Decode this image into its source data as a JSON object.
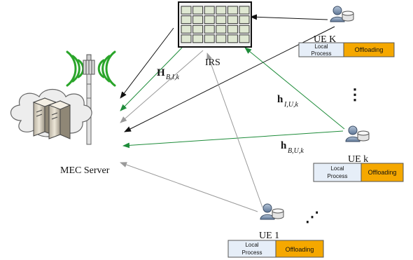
{
  "labels": {
    "irs": "IRS",
    "mec_server": "MEC Server",
    "ue_k_cap": "UE K",
    "ue_k_low": "UE k",
    "ue_1": "UE 1"
  },
  "channel_labels": {
    "H_BIk": {
      "main": "H",
      "sub": "B,I,k"
    },
    "h_IUk": {
      "main": "h",
      "sub": "I,U,k"
    },
    "h_BUk": {
      "main": "h",
      "sub": "B,U,k"
    }
  },
  "ue_bar": {
    "local_line1": "Local",
    "local_line2": "Process",
    "offloading": "Offloading"
  },
  "ellipsis_vertical": "⋮",
  "ellipsis_diag": "⋰",
  "colors": {
    "green": "#1e8c3a",
    "gray": "#9a9a9a",
    "black": "#111111",
    "offload": "#f5a800",
    "local": "#e6eef8",
    "panel": "#e8efe0",
    "user": "#8aa0bc"
  }
}
